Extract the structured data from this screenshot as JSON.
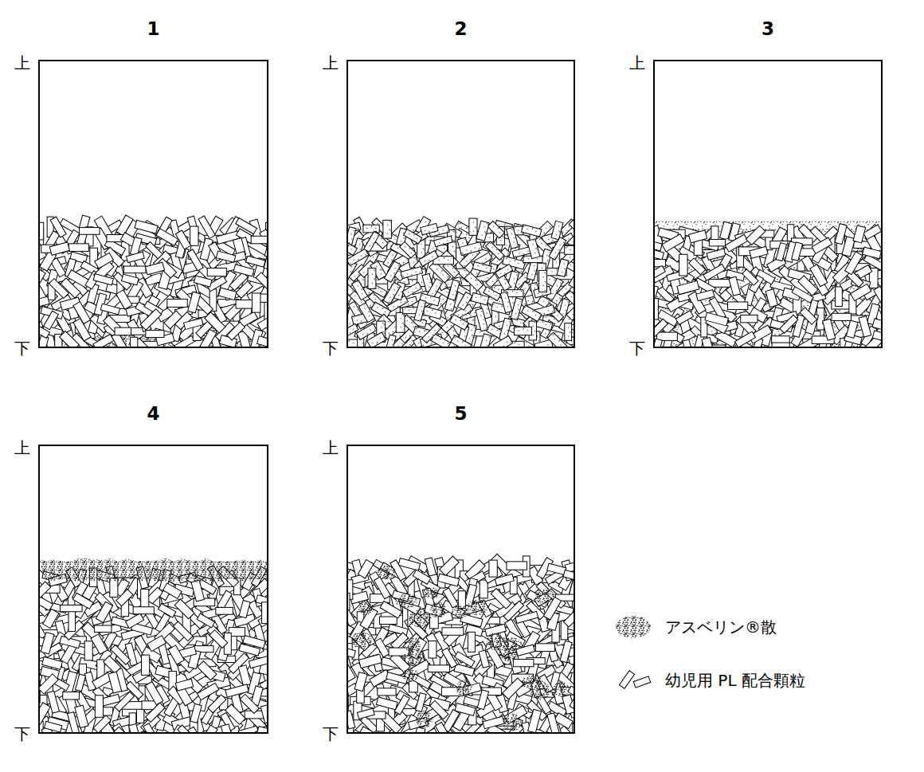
{
  "diagram": {
    "nodes": [
      {
        "text": [
          "1"
        ]
      },
      {
        "text": [
          "2"
        ]
      },
      {
        "text": [
          "3"
        ]
      },
      {
        "text": [
          "4"
        ]
      },
      {
        "text": [
          "5"
        ]
      }
    ],
    "labels": [
      "上",
      "下",
      "上",
      "下",
      "上",
      "下",
      "上",
      "下",
      "上",
      "下"
    ],
    "legend": [
      {
        "text": "アスベリン®散"
      },
      {
        "text": "幼児用 PL 配合顆粒"
      }
    ]
  }
}
